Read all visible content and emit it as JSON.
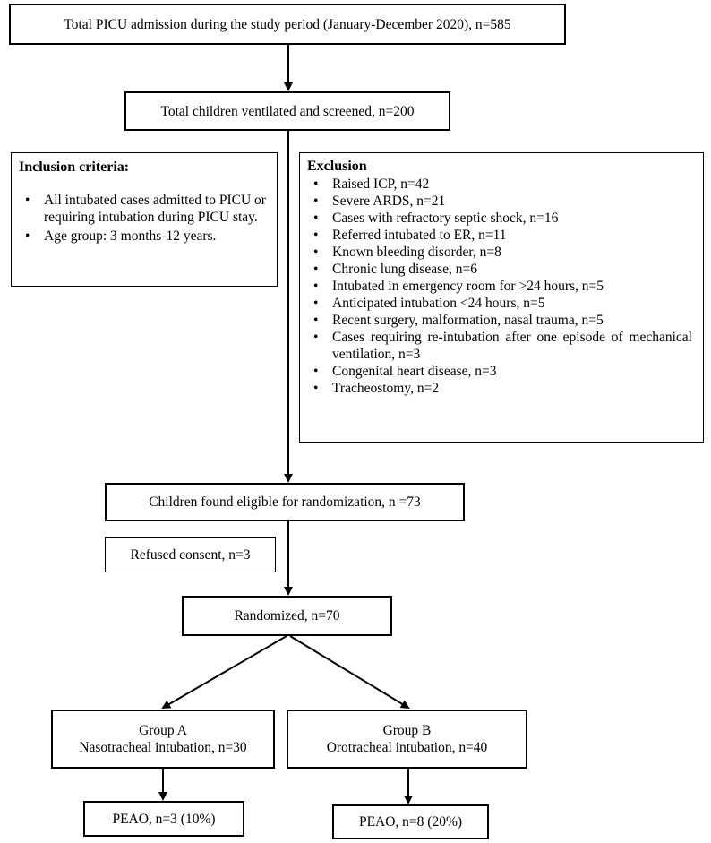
{
  "nodes": {
    "total_admission": "Total PICU admission during the study period (January-December 2020), n=585",
    "ventilated": "Total children ventilated and screened, n=200",
    "eligible": "Children found eligible for randomization,  n =73",
    "refused": "Refused consent, n=3",
    "randomized": "Randomized, n=70",
    "group_a_title": "Group A",
    "group_a_desc": "Nasotracheal intubation, n=30",
    "group_b_title": "Group B",
    "group_b_desc": "Orotracheal  intubation, n=40",
    "peao_a": "PEAO, n=3 (10%)",
    "peao_b": "PEAO, n=8 (20%)"
  },
  "inclusion": {
    "title": "Inclusion criteria:",
    "items": [
      "All intubated cases admitted to PICU or requiring intubation during PICU stay.",
      "Age group: 3 months-12 years."
    ]
  },
  "exclusion": {
    "title": "Exclusion",
    "items": [
      "Raised ICP, n=42",
      "Severe ARDS, n=21",
      "Cases with refractory septic shock, n=16",
      "Referred intubated to ER, n=11",
      "Known bleeding disorder, n=8",
      "Chronic lung disease, n=6",
      "Intubated in emergency room for >24 hours, n=5",
      "Anticipated  intubation  <24 hours, n=5",
      "Recent surgery, malformation,  nasal trauma, n=5",
      "Cases requiring re-intubation  after one episode of mechanical ventilation, n=3",
      "Congenital heart disease, n=3",
      "Tracheostomy,  n=2"
    ]
  }
}
